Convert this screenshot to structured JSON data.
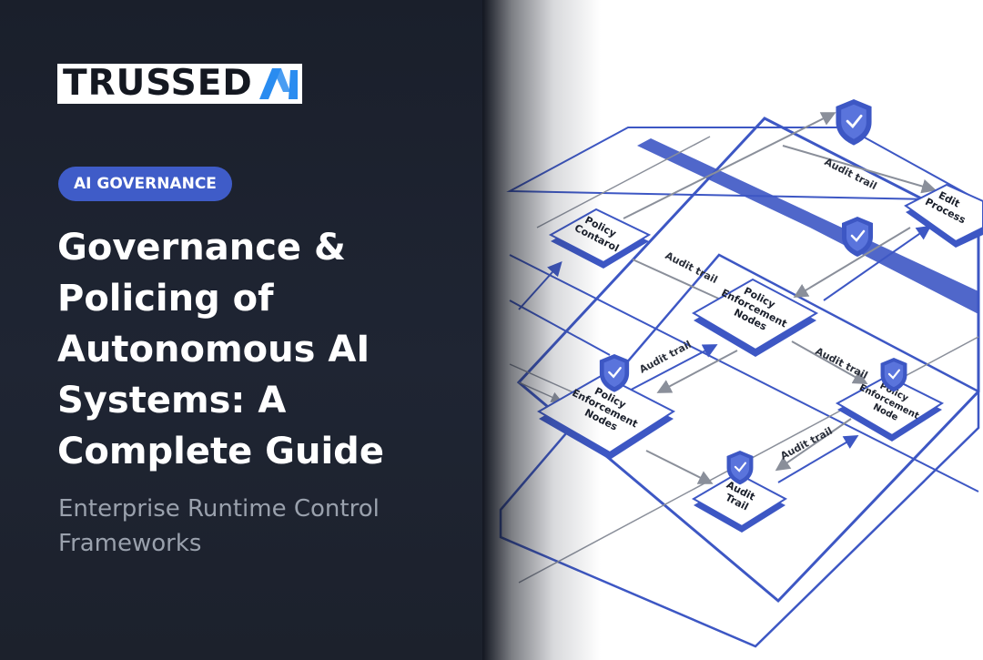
{
  "logo": {
    "wordmark": "TRUSSED",
    "mark_icon": "ai-monogram-icon",
    "brand_color": "#2a8cf0"
  },
  "category": {
    "label": "AI GOVERNANCE",
    "color": "#3f5cc8"
  },
  "title_lines": [
    "Governance &",
    "Policing of",
    "Autonomous AI",
    "Systems: A",
    "Complete Guide"
  ],
  "subtitle_lines": [
    "Enterprise Runtime Control",
    "Frameworks"
  ],
  "diagram": {
    "accent_color": "#3d57c4",
    "nodes": {
      "policy_control": [
        "Policy",
        "Contarol"
      ],
      "edit_process": [
        "Edit",
        "Process"
      ],
      "policy_enforcement_center": [
        "Policy",
        "Enforcement",
        "Nodes"
      ],
      "policy_enforcement_left": [
        "Policy",
        "Enforcement",
        "Nodes"
      ],
      "policy_enforcement_right": [
        "Policy",
        "Enforcement",
        "Node"
      ],
      "audit_trail_node": [
        "Audit",
        "Trail"
      ]
    },
    "edge_labels": {
      "top": "Audit trail",
      "mid_left": "Audit trail",
      "left": "Audit trail",
      "right": "Audit trail",
      "bottom": "Audit trail"
    },
    "shield_icon": "shield-check-icon"
  }
}
